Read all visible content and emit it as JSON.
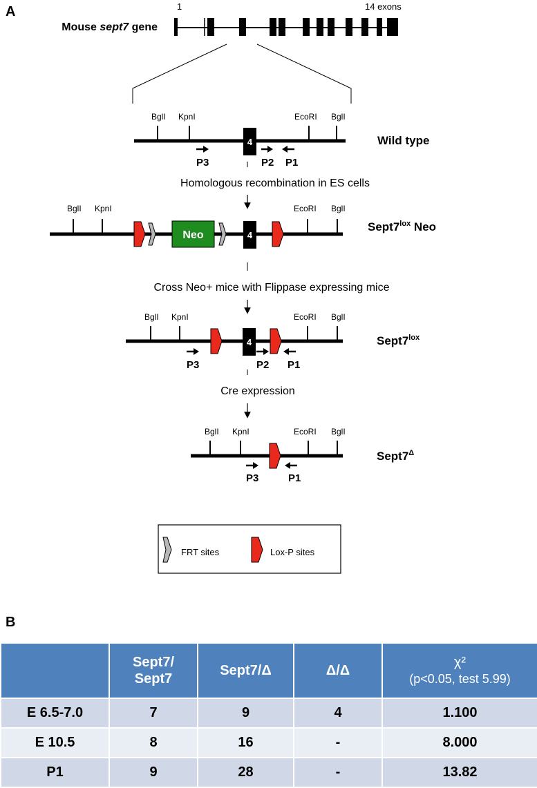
{
  "panel_a_label": "A",
  "panel_b_label": "B",
  "gene": {
    "label_prefix": "Mouse ",
    "label_italic": "sept7",
    "label_suffix": " gene",
    "exon_start": "1",
    "exon_end": "14 exons"
  },
  "sites": {
    "bgll": "BglI",
    "kpnl": "KpnI",
    "ecori": "EcoRI"
  },
  "exon4": "4",
  "neo": "Neo",
  "primers": {
    "p1": "P1",
    "p2": "P2",
    "p3": "P3"
  },
  "alleles": {
    "wild_type": "Wild type",
    "lox_neo_base": "Sept7",
    "lox_neo_sup": "lox",
    "lox_neo_suffix": " Neo",
    "lox_base": "Sept7",
    "lox_sup": "lox",
    "delta_base": "Sept7",
    "delta_sup": "Δ"
  },
  "steps": {
    "step1": "Homologous recombination in ES cells",
    "step2": "Cross Neo+ mice with Flippase expressing mice",
    "step3": "Cre expression"
  },
  "legend": {
    "frt": "FRT sites",
    "loxp": "Lox-P sites"
  },
  "colors": {
    "loxp_red": "#e8291c",
    "frt_gray": "#b8b8b8",
    "neo_green": "#1e8c1e",
    "header_blue": "#4f81bd",
    "row_dark": "#d0d8e8",
    "row_light": "#e9edf4"
  },
  "table": {
    "headers": [
      {
        "line1": "",
        "line2": ""
      },
      {
        "line1": "Sept7/",
        "line2": "Sept7"
      },
      {
        "line1": "Sept7/Δ",
        "line2": ""
      },
      {
        "line1": "Δ/Δ",
        "line2": ""
      },
      {
        "line1": "χ²",
        "line2": "(p<0.05, test 5.99)"
      }
    ],
    "rows": [
      [
        "E 6.5-7.0",
        "7",
        "9",
        "4",
        "1.100"
      ],
      [
        "E 10.5",
        "8",
        "16",
        "-",
        "8.000"
      ],
      [
        "P1",
        "9",
        "28",
        "-",
        "13.82"
      ]
    ]
  }
}
